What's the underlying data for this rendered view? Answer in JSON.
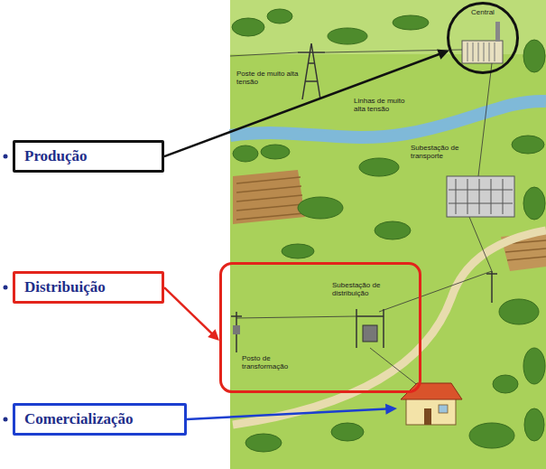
{
  "diagram": {
    "nodes": [
      {
        "text": [
          "Produção"
        ]
      },
      {
        "text": [
          "Distribuição"
        ]
      },
      {
        "text": [
          "Comercialização"
        ]
      },
      {
        "text": [
          "Central"
        ]
      },
      {
        "text": [
          "Subestação de distribuição",
          "Posto de transformação"
        ]
      }
    ],
    "edges": [
      {
        "from": 0,
        "to": 3,
        "arrow": "to"
      },
      {
        "from": 1,
        "to": 4,
        "arrow": "to"
      }
    ],
    "labels": [
      "Poste de muito alta tensão",
      "Linhas de muito alta tensão",
      "Subestação de transporte"
    ]
  }
}
